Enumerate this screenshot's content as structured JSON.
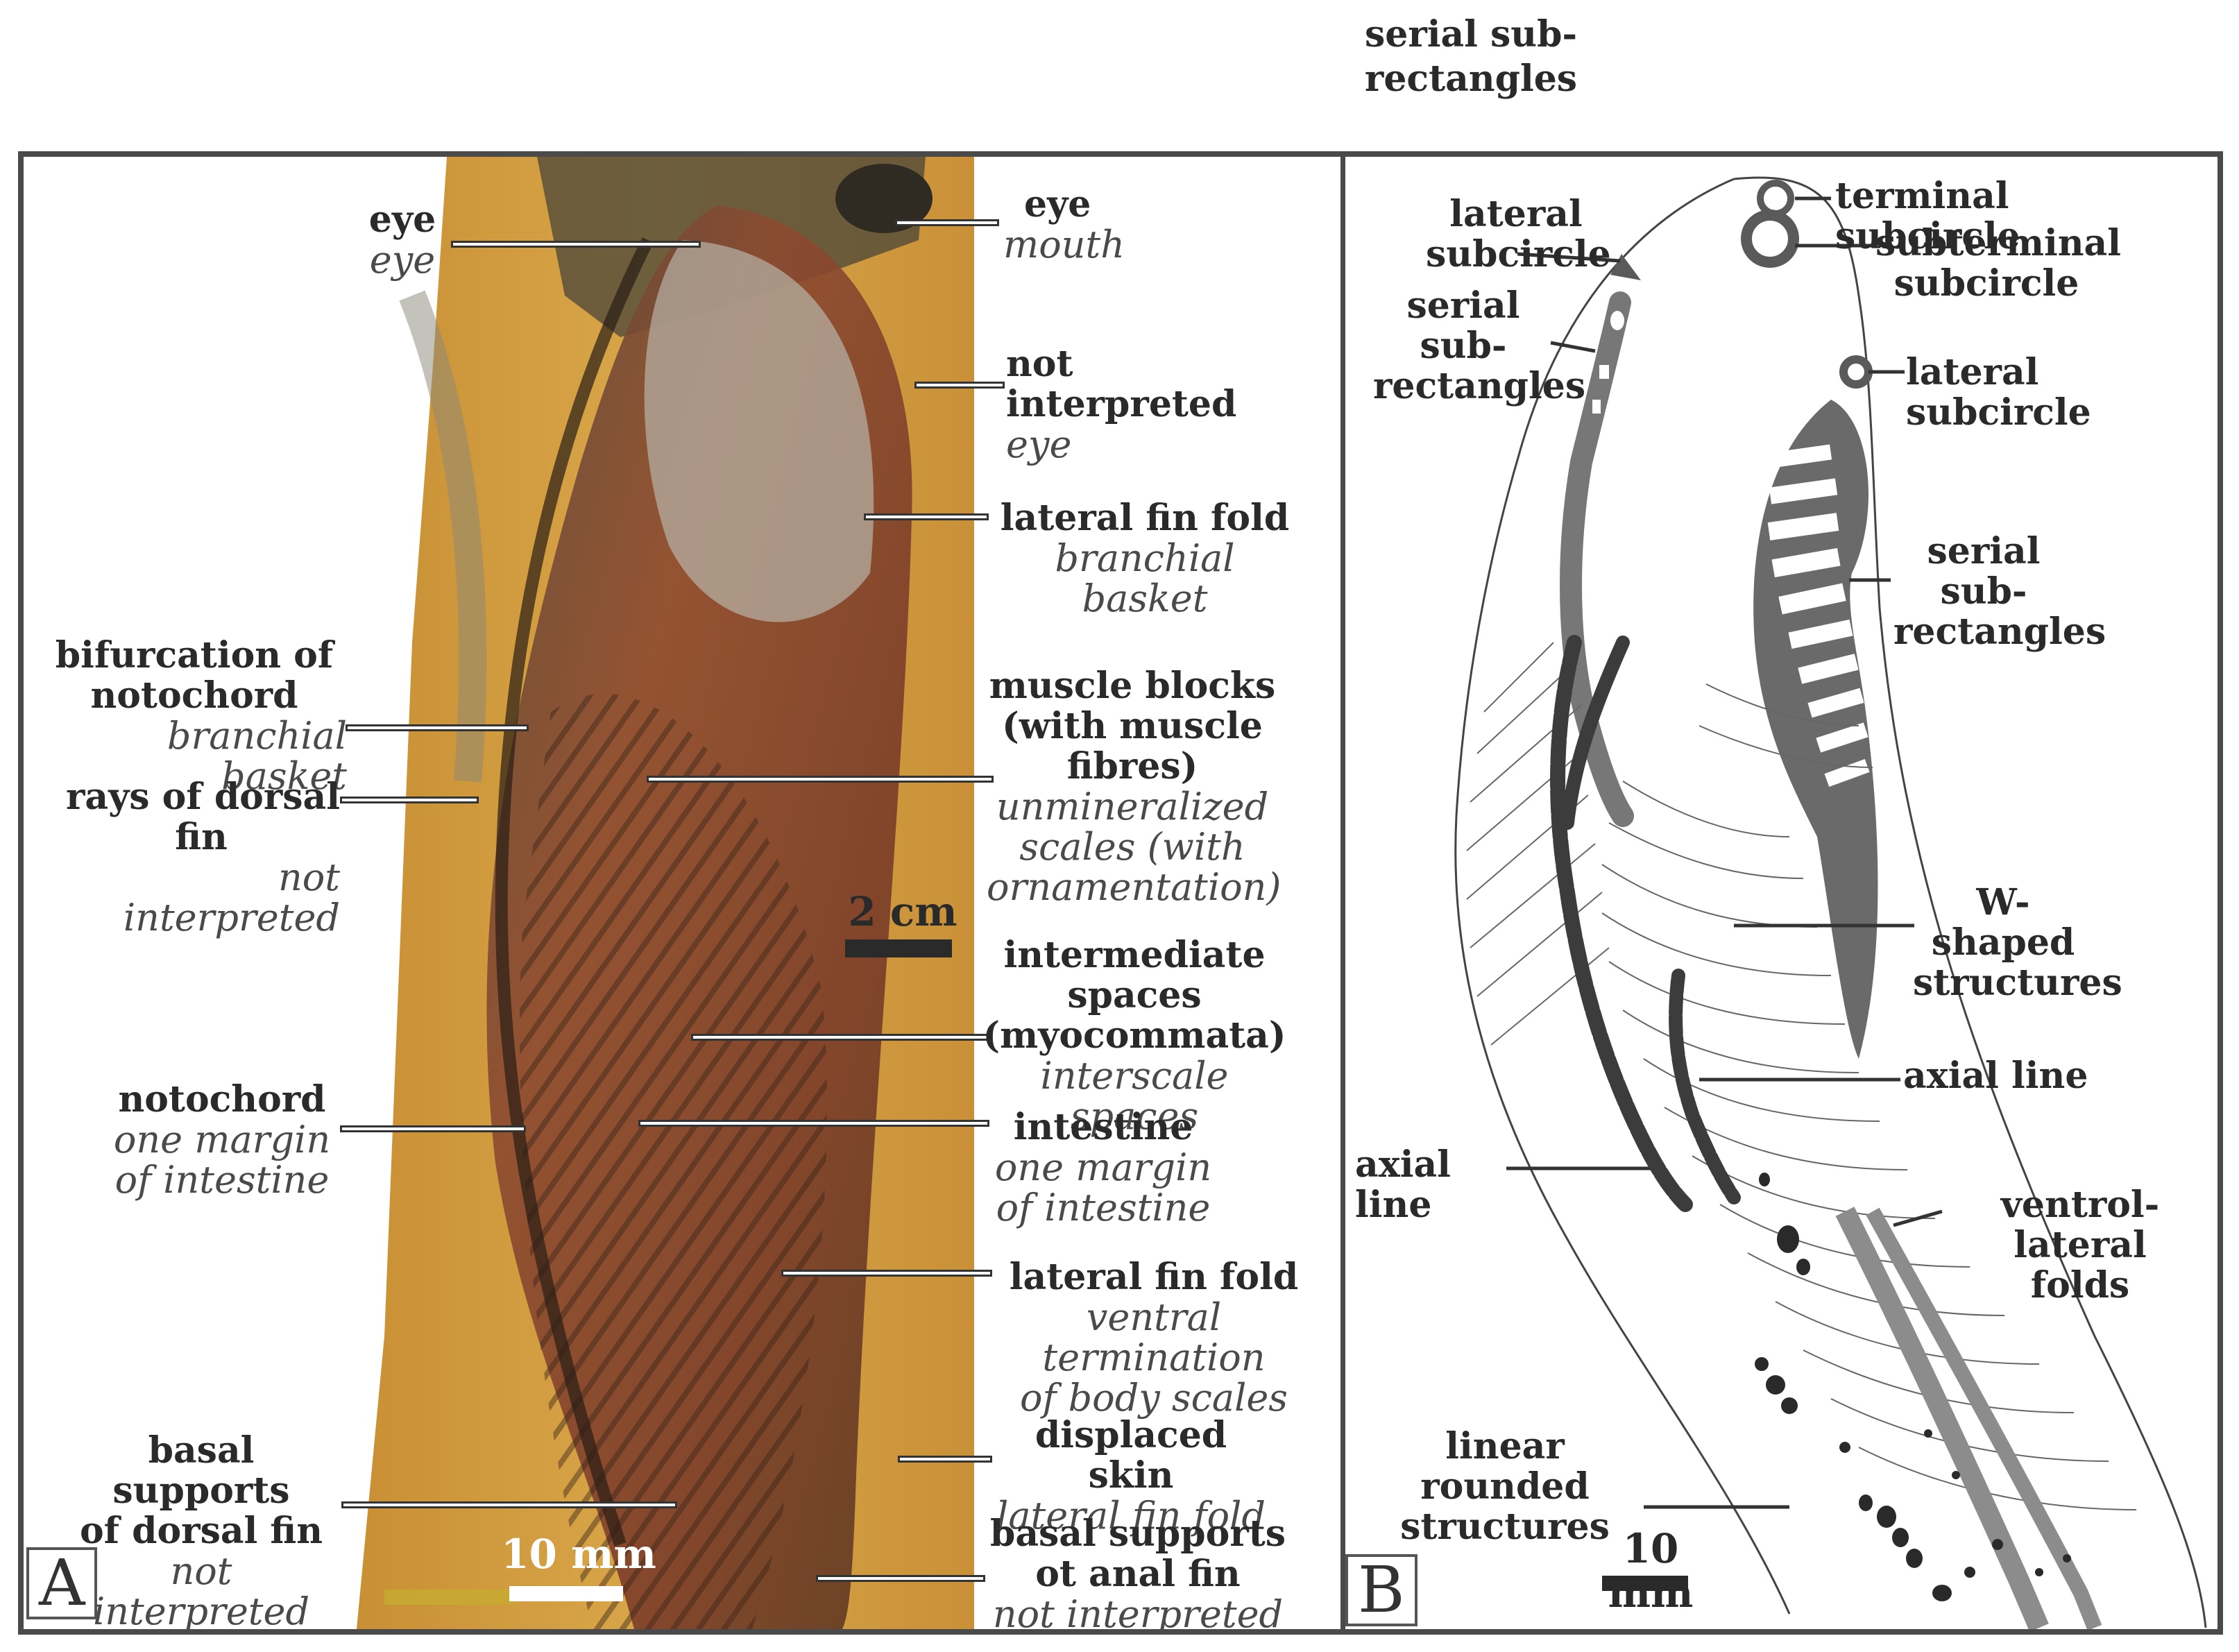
{
  "top_caption": {
    "line1": "serial sub-",
    "line2": "rectangles"
  },
  "panel_a": {
    "letter": "A",
    "scale_bar_small": "2 cm",
    "scale_bar_large": "10 mm",
    "labels": [
      {
        "id": "eye-left",
        "bold": "eye",
        "italic": "eye"
      },
      {
        "id": "eye-right",
        "bold": "eye",
        "italic": "mouth"
      },
      {
        "id": "not-interpreted-right",
        "bold": "not interpreted",
        "italic": "eye"
      },
      {
        "id": "lateral-fin-fold-top",
        "bold": "lateral fin fold",
        "italic_lines": [
          "branchial",
          "basket"
        ]
      },
      {
        "id": "bifurcation",
        "bold_lines": [
          "bifurcation of",
          "notochord"
        ],
        "italic": "branchial basket"
      },
      {
        "id": "muscle-blocks",
        "bold_lines": [
          "muscle blocks",
          "(with muscle",
          "fibres)"
        ],
        "italic_lines": [
          "unmineralized",
          "scales (with",
          "ornamentation)"
        ]
      },
      {
        "id": "rays-dorsal-fin",
        "bold_lines": [
          "rays of dorsal",
          "fin"
        ],
        "italic": "not interpreted"
      },
      {
        "id": "intermediate-spaces",
        "bold_lines": [
          "intermediate",
          "spaces",
          "(myocommata)"
        ],
        "italic": "interscale spaces"
      },
      {
        "id": "notochord",
        "bold": "notochord",
        "italic_lines": [
          "one margin",
          "of intestine"
        ]
      },
      {
        "id": "intestine",
        "bold": "intestine",
        "italic_lines": [
          "one margin",
          "of intestine"
        ]
      },
      {
        "id": "lateral-fin-fold-bottom",
        "bold": "lateral fin fold",
        "italic_lines": [
          "ventral termination",
          "of body scales"
        ]
      },
      {
        "id": "displaced-skin",
        "bold": "displaced skin",
        "italic": "lateral fin fold"
      },
      {
        "id": "basal-dorsal",
        "bold_lines": [
          "basal supports",
          "of dorsal fin"
        ],
        "italic": "not interpreted"
      },
      {
        "id": "basal-anal",
        "bold_lines": [
          "basal supports",
          "ot anal fin"
        ],
        "italic": "not interpreted"
      }
    ]
  },
  "panel_b": {
    "letter": "B",
    "scale_bar": "10 mm",
    "labels": {
      "terminal_subcircle": "terminal subcircle",
      "subterminal_subcircle": [
        "subterminal",
        "subcircle"
      ],
      "lateral_subcircle_left": [
        "lateral",
        "subcircle"
      ],
      "serial_subrect_left": [
        "serial sub-",
        "rectangles"
      ],
      "lateral_subcircle_right": "lateral subcircle",
      "serial_subrect_right": [
        "serial sub-",
        "rectangles"
      ],
      "w_shaped": [
        "W-shaped",
        "structures"
      ],
      "axial_line_right": "axial line",
      "axial_line_left": "axial line",
      "ventro_lateral": [
        "ventrol-lateral",
        "folds"
      ],
      "linear_rounded": [
        "linear rounded",
        "structures"
      ]
    }
  },
  "colors": {
    "frame": "#4a4a4a",
    "rock_light": "#d9a441",
    "rock_dark": "#8a5a24",
    "fossil_red": "#9a4a2e",
    "drawing_dark": "#3c3c3c",
    "drawing_grey": "#8c8c8c"
  }
}
